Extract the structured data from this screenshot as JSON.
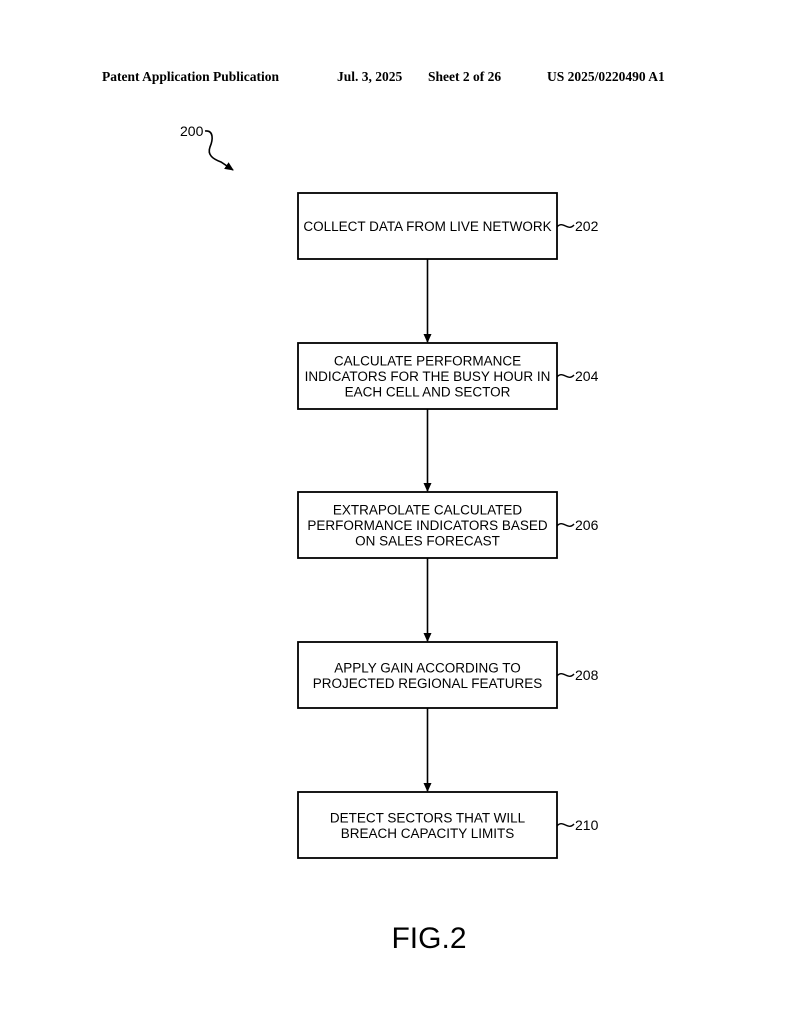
{
  "header": {
    "publication": "Patent Application Publication",
    "date": "Jul. 3, 2025",
    "sheet": "Sheet 2 of 26",
    "number": "US 2025/0220490 A1"
  },
  "diagram": {
    "ref": "200",
    "steps": [
      {
        "ref": "202",
        "lines": [
          "COLLECT DATA FROM LIVE NETWORK"
        ]
      },
      {
        "ref": "204",
        "lines": [
          "CALCULATE PERFORMANCE",
          "INDICATORS FOR THE BUSY HOUR IN",
          "EACH CELL AND SECTOR"
        ]
      },
      {
        "ref": "206",
        "lines": [
          "EXTRAPOLATE CALCULATED",
          "PERFORMANCE INDICATORS BASED",
          "ON SALES FORECAST"
        ]
      },
      {
        "ref": "208",
        "lines": [
          "APPLY GAIN ACCORDING TO",
          "PROJECTED REGIONAL FEATURES"
        ]
      },
      {
        "ref": "210",
        "lines": [
          "DETECT SECTORS THAT WILL",
          "BREACH CAPACITY LIMITS"
        ]
      }
    ]
  },
  "figure_label": "FIG.2"
}
